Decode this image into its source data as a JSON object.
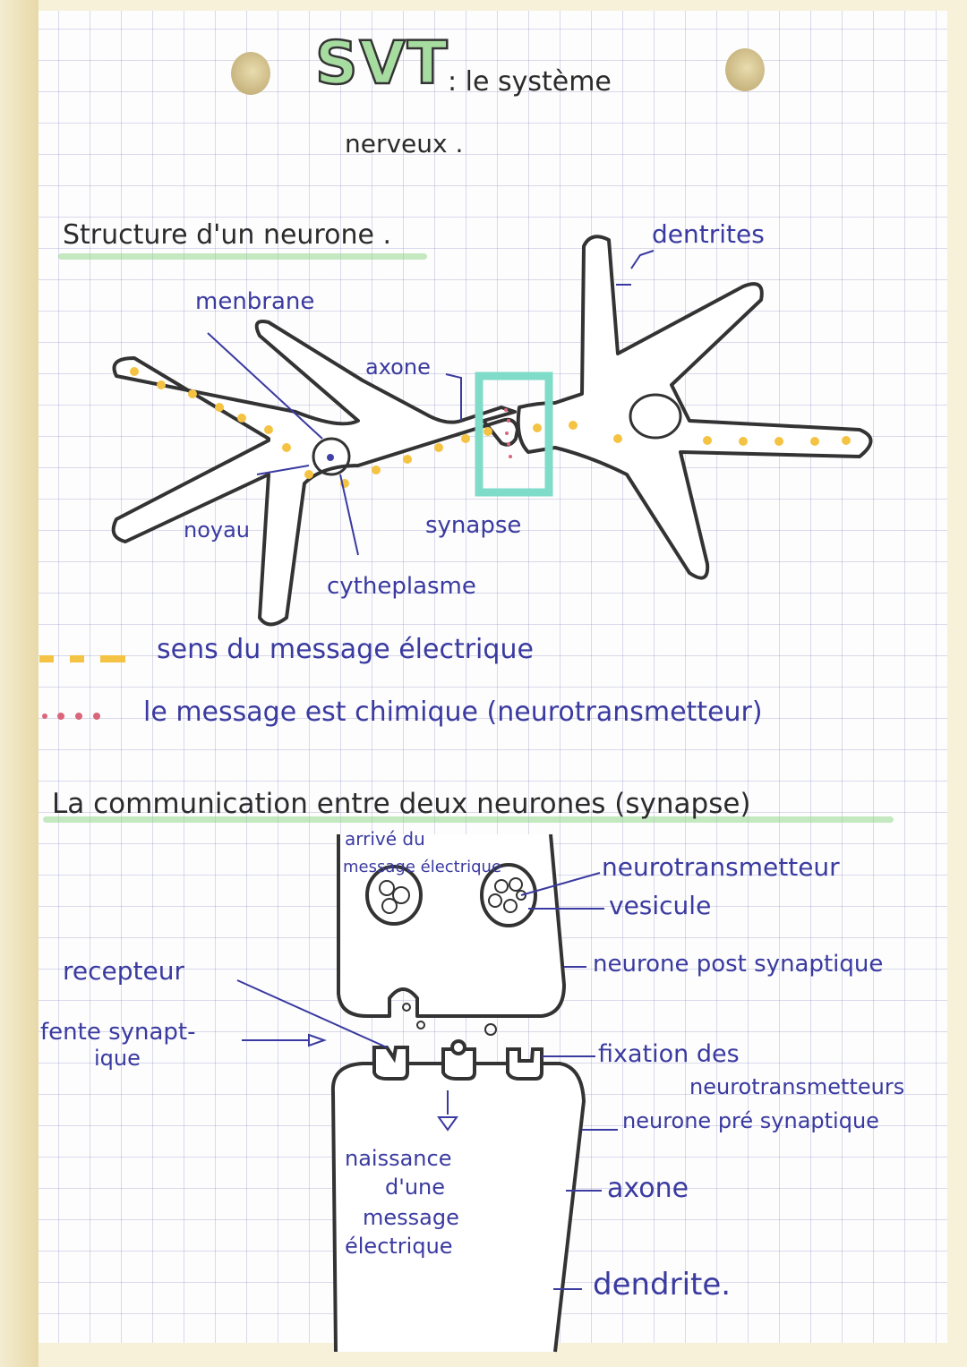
{
  "page": {
    "title_prefix": "SVT",
    "title_rest": ": le système",
    "title_line2": "nerveux .",
    "colors": {
      "highlight_green": "#a7dca0",
      "ink_blue": "#3a3aa0",
      "ink_black": "#2b2b2b",
      "electric_message_yellow": "#f5c343",
      "synapse_box_teal": "#7fdcc9",
      "chemical_message_red": "#d9667a"
    }
  },
  "section1": {
    "heading": "Structure d'un neurone .",
    "labels": {
      "membrane": "menbrane",
      "axone": "axone",
      "dendrites": "dentrites",
      "noyau": "noyau",
      "synapse": "synapse",
      "cytoplasme": "cytheplasme"
    },
    "legend": [
      {
        "symbol": "yellow-dashes",
        "text": "sens du message électrique"
      },
      {
        "symbol": "red-dots",
        "text": "le message est chimique (neurotransmetteur)"
      }
    ]
  },
  "section2": {
    "heading": "La communication entre deux neurones (synapse)",
    "labels": {
      "arrival": [
        "arrivé du",
        "message électrique"
      ],
      "neurotransmetteur": "neurotransmetteur",
      "vesicule": "vesicule",
      "post": "neurone post synaptique",
      "recepteur": "recepteur",
      "fente": [
        "fente synapt-",
        "ique"
      ],
      "fixation": [
        "fixation des",
        "neurotransmetteurs"
      ],
      "pre": "neurone pré synaptique",
      "naissance": [
        "naissance",
        "d'une",
        "message",
        "électrique"
      ],
      "axone": "axone",
      "dendrite": "dendrite."
    }
  }
}
